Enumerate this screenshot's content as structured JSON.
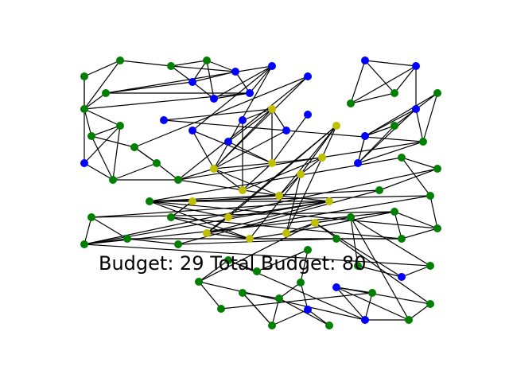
{
  "colors": {
    "green": "#008000",
    "blue": "#0000ff",
    "yellow": "#bfbf00",
    "edge": "#000000"
  },
  "status": {
    "budget": "Budget: 29",
    "total_budget": "Total Budget: 80"
  },
  "graph": {
    "nodes": [
      {
        "id": 0,
        "s": "green"
      },
      {
        "id": 1,
        "s": "green"
      },
      {
        "id": 2,
        "s": "green"
      },
      {
        "id": 3,
        "s": "green"
      },
      {
        "id": 4,
        "s": "green"
      },
      {
        "id": 5,
        "s": "green"
      },
      {
        "id": 6,
        "s": "blue"
      },
      {
        "id": 7,
        "s": "blue"
      },
      {
        "id": 8,
        "s": "blue"
      },
      {
        "id": 9,
        "s": "blue"
      },
      {
        "id": 10,
        "s": "blue"
      },
      {
        "id": 11,
        "s": "blue"
      },
      {
        "id": 12,
        "s": "blue"
      },
      {
        "id": 13,
        "s": "green"
      },
      {
        "id": 14,
        "s": "green"
      },
      {
        "id": 15,
        "s": "green"
      },
      {
        "id": 16,
        "s": "green"
      },
      {
        "id": 17,
        "s": "blue"
      },
      {
        "id": 18,
        "s": "green"
      },
      {
        "id": 19,
        "s": "green"
      },
      {
        "id": 20,
        "s": "blue"
      },
      {
        "id": 21,
        "s": "blue"
      },
      {
        "id": 22,
        "s": "blue"
      },
      {
        "id": 23,
        "s": "yellow"
      },
      {
        "id": 24,
        "s": "blue"
      },
      {
        "id": 25,
        "s": "blue"
      },
      {
        "id": 26,
        "s": "blue"
      },
      {
        "id": 27,
        "s": "green"
      },
      {
        "id": 28,
        "s": "green"
      },
      {
        "id": 29,
        "s": "yellow"
      },
      {
        "id": 30,
        "s": "yellow"
      },
      {
        "id": 31,
        "s": "blue"
      },
      {
        "id": 32,
        "s": "yellow"
      },
      {
        "id": 33,
        "s": "blue"
      },
      {
        "id": 34,
        "s": "green"
      },
      {
        "id": 35,
        "s": "green"
      },
      {
        "id": 36,
        "s": "green"
      },
      {
        "id": 37,
        "s": "yellow"
      },
      {
        "id": 38,
        "s": "yellow"
      },
      {
        "id": 39,
        "s": "yellow"
      },
      {
        "id": 40,
        "s": "yellow"
      },
      {
        "id": 41,
        "s": "blue"
      },
      {
        "id": 42,
        "s": "blue"
      },
      {
        "id": 43,
        "s": "green"
      },
      {
        "id": 44,
        "s": "green"
      },
      {
        "id": 45,
        "s": "green"
      },
      {
        "id": 46,
        "s": "yellow"
      },
      {
        "id": 47,
        "s": "yellow"
      },
      {
        "id": 48,
        "s": "yellow"
      },
      {
        "id": 49,
        "s": "green"
      },
      {
        "id": 50,
        "s": "green"
      },
      {
        "id": 51,
        "s": "green"
      },
      {
        "id": 52,
        "s": "yellow"
      },
      {
        "id": 53,
        "s": "yellow"
      },
      {
        "id": 54,
        "s": "yellow"
      },
      {
        "id": 55,
        "s": "yellow"
      },
      {
        "id": 56,
        "s": "green"
      },
      {
        "id": 57,
        "s": "green"
      },
      {
        "id": 58,
        "s": "green"
      },
      {
        "id": 59,
        "s": "green"
      },
      {
        "id": 60,
        "s": "green"
      },
      {
        "id": 61,
        "s": "green"
      },
      {
        "id": 62,
        "s": "green"
      },
      {
        "id": 63,
        "s": "green"
      },
      {
        "id": 64,
        "s": "green"
      },
      {
        "id": 65,
        "s": "blue"
      },
      {
        "id": 66,
        "s": "green"
      },
      {
        "id": 67,
        "s": "green"
      },
      {
        "id": 68,
        "s": "green"
      },
      {
        "id": 69,
        "s": "green"
      },
      {
        "id": 70,
        "s": "blue"
      },
      {
        "id": 71,
        "s": "blue"
      },
      {
        "id": 72,
        "s": "green"
      },
      {
        "id": 73,
        "s": "green"
      },
      {
        "id": 74,
        "s": "blue"
      },
      {
        "id": 75,
        "s": "green"
      },
      {
        "id": 76,
        "s": "green"
      },
      {
        "id": 77,
        "s": "green"
      },
      {
        "id": 78,
        "s": "green"
      },
      {
        "id": 79,
        "s": "green"
      },
      {
        "id": 80,
        "s": "green"
      },
      {
        "id": 81,
        "s": "green"
      },
      {
        "id": 82,
        "s": "green"
      },
      {
        "id": 83,
        "s": "green"
      },
      {
        "id": 84,
        "s": "green"
      }
    ],
    "edges": [
      [
        0,
        1
      ],
      [
        0,
        5
      ],
      [
        0,
        6
      ],
      [
        1,
        2
      ],
      [
        1,
        5
      ],
      [
        2,
        3
      ],
      [
        2,
        7
      ],
      [
        2,
        8
      ],
      [
        3,
        8
      ],
      [
        3,
        9
      ],
      [
        3,
        7
      ],
      [
        4,
        10
      ],
      [
        4,
        7
      ],
      [
        4,
        11
      ],
      [
        4,
        5
      ],
      [
        5,
        14
      ],
      [
        5,
        13
      ],
      [
        5,
        10
      ],
      [
        6,
        13
      ],
      [
        13,
        14
      ],
      [
        13,
        18
      ],
      [
        14,
        15
      ],
      [
        14,
        18
      ],
      [
        15,
        16
      ],
      [
        15,
        12
      ],
      [
        16,
        18
      ],
      [
        16,
        19
      ],
      [
        16,
        15
      ],
      [
        18,
        19
      ],
      [
        19,
        12
      ],
      [
        7,
        9
      ],
      [
        7,
        8
      ],
      [
        8,
        10
      ],
      [
        9,
        10
      ],
      [
        9,
        11
      ],
      [
        10,
        11
      ],
      [
        11,
        20
      ],
      [
        11,
        29
      ],
      [
        20,
        29
      ],
      [
        17,
        31
      ],
      [
        17,
        23
      ],
      [
        21,
        23
      ],
      [
        21,
        32
      ],
      [
        22,
        23
      ],
      [
        22,
        30
      ],
      [
        23,
        29
      ],
      [
        23,
        30
      ],
      [
        23,
        31
      ],
      [
        24,
        30
      ],
      [
        25,
        26
      ],
      [
        25,
        27
      ],
      [
        25,
        28
      ],
      [
        26,
        27
      ],
      [
        26,
        28
      ],
      [
        27,
        28
      ],
      [
        26,
        33
      ],
      [
        33,
        36
      ],
      [
        33,
        41
      ],
      [
        41,
        35
      ],
      [
        41,
        34
      ],
      [
        34,
        35
      ],
      [
        42,
        35
      ],
      [
        42,
        36
      ],
      [
        36,
        31
      ],
      [
        29,
        30
      ],
      [
        30,
        32
      ],
      [
        29,
        32
      ],
      [
        30,
        38
      ],
      [
        32,
        38
      ],
      [
        29,
        31
      ],
      [
        19,
        29
      ],
      [
        19,
        40
      ],
      [
        29,
        40
      ],
      [
        19,
        36
      ],
      [
        12,
        29
      ],
      [
        20,
        30
      ],
      [
        38,
        39
      ],
      [
        38,
        37
      ],
      [
        39,
        37
      ],
      [
        39,
        40
      ],
      [
        40,
        47
      ],
      [
        40,
        46
      ],
      [
        46,
        47
      ],
      [
        47,
        49
      ],
      [
        44,
        45
      ],
      [
        45,
        49
      ],
      [
        48,
        49
      ],
      [
        48,
        52
      ],
      [
        52,
        53
      ],
      [
        53,
        54
      ],
      [
        54,
        55
      ],
      [
        55,
        56
      ],
      [
        52,
        50
      ],
      [
        39,
        53
      ],
      [
        39,
        54
      ],
      [
        38,
        54
      ],
      [
        37,
        52
      ],
      [
        37,
        48
      ],
      [
        37,
        40
      ],
      [
        48,
        46
      ],
      [
        46,
        52
      ],
      [
        47,
        51
      ],
      [
        51,
        59
      ],
      [
        59,
        60
      ],
      [
        60,
        63
      ],
      [
        63,
        64
      ],
      [
        49,
        58
      ],
      [
        58,
        57
      ],
      [
        57,
        61
      ],
      [
        61,
        62
      ],
      [
        62,
        66
      ],
      [
        66,
        65
      ],
      [
        65,
        67
      ],
      [
        67,
        56
      ],
      [
        56,
        55
      ],
      [
        55,
        68
      ],
      [
        68,
        69
      ],
      [
        69,
        70
      ],
      [
        70,
        71
      ],
      [
        71,
        72
      ],
      [
        72,
        83
      ],
      [
        83,
        82
      ],
      [
        82,
        81
      ],
      [
        81,
        80
      ],
      [
        80,
        79
      ],
      [
        79,
        78
      ],
      [
        78,
        77
      ],
      [
        77,
        76
      ],
      [
        76,
        75
      ],
      [
        75,
        74
      ],
      [
        74,
        73
      ],
      [
        73,
        84
      ],
      [
        84,
        63
      ],
      [
        64,
        59
      ],
      [
        64,
        53
      ],
      [
        53,
        51
      ],
      [
        51,
        47
      ],
      [
        44,
        43
      ],
      [
        43,
        49
      ],
      [
        43,
        50
      ],
      [
        50,
        49
      ],
      [
        50,
        58
      ],
      [
        58,
        59
      ],
      [
        59,
        57
      ],
      [
        57,
        62
      ],
      [
        62,
        60
      ],
      [
        60,
        61
      ],
      [
        61,
        46
      ],
      [
        46,
        62
      ],
      [
        44,
        62
      ],
      [
        45,
        63
      ],
      [
        45,
        84
      ],
      [
        84,
        50
      ],
      [
        49,
        53
      ],
      [
        54,
        57
      ],
      [
        55,
        65
      ],
      [
        56,
        66
      ],
      [
        68,
        71
      ],
      [
        69,
        71
      ],
      [
        70,
        72
      ],
      [
        33,
        42
      ],
      [
        34,
        36
      ],
      [
        41,
        42
      ],
      [
        56,
        69
      ],
      [
        55,
        82
      ],
      [
        82,
        70
      ],
      [
        81,
        70
      ],
      [
        79,
        80
      ],
      [
        74,
        78
      ],
      [
        75,
        76
      ],
      [
        73,
        77
      ],
      [
        75,
        77
      ],
      [
        6,
        18
      ],
      [
        42,
        41
      ]
    ]
  }
}
